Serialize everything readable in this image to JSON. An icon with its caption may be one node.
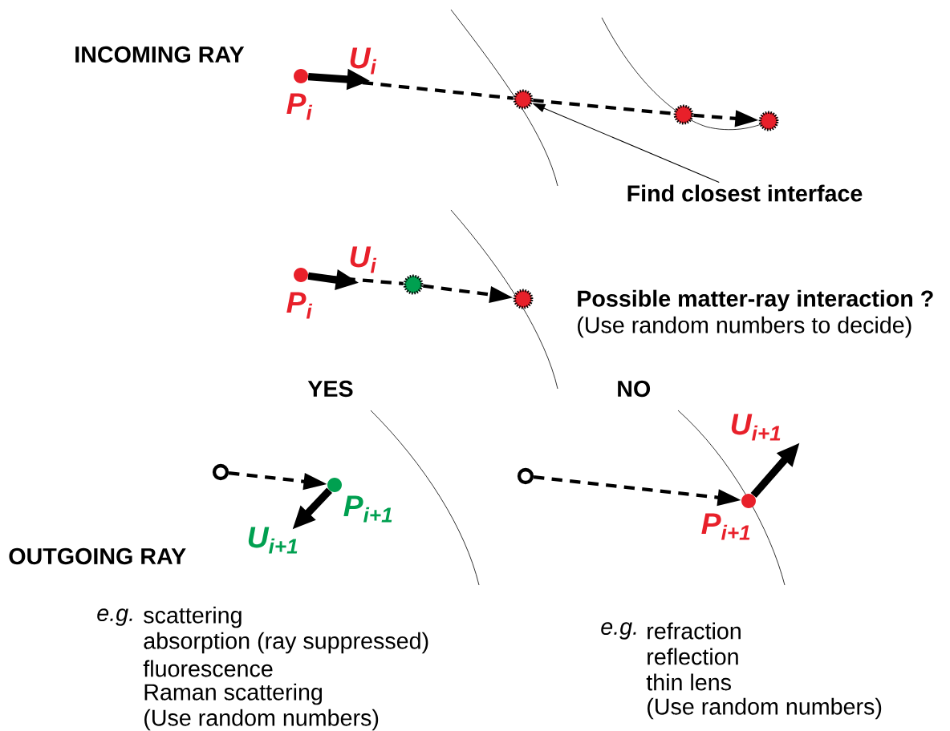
{
  "diagram": {
    "nodes": [
      {
        "text": [],
        "shape": "circle",
        "beside": [
          "P$_{i}$"
        ]
      },
      {
        "text": [],
        "shape": "circle"
      },
      {
        "text": [],
        "shape": "circle"
      },
      {
        "text": [],
        "shape": "circle"
      },
      {
        "text": [
          "Find closest interface"
        ]
      },
      {
        "text": [],
        "shape": "circle",
        "beside": [
          "P$_{i}$"
        ]
      },
      {
        "text": [],
        "shape": "circle"
      },
      {
        "text": [],
        "shape": "circle"
      },
      {
        "text": [],
        "shape": "circle"
      },
      {
        "text": [],
        "shape": "circle",
        "beside": [
          "P$_{i+1}$"
        ]
      },
      {
        "text": [],
        "shape": "circle"
      },
      {
        "text": [],
        "shape": "circle",
        "beside": [
          "P$_{i+1}$"
        ]
      }
    ],
    "edges": [
      {
        "from": 0,
        "to": 1,
        "arrow": "none",
        "style": "dashed"
      },
      {
        "from": 0,
        "to": null,
        "arrow": "to",
        "style": "thick",
        "label": "U$_{i}$"
      },
      {
        "from": 1,
        "to": 2,
        "arrow": "none",
        "style": "dashed"
      },
      {
        "from": 2,
        "to": 3,
        "arrow": "to",
        "style": "dashed"
      },
      {
        "from": 4,
        "to": 1,
        "arrow": "to"
      },
      {
        "from": 5,
        "to": 6,
        "arrow": "none",
        "style": "dashed"
      },
      {
        "from": 5,
        "to": null,
        "arrow": "to",
        "style": "thick",
        "label": "U$_{i}$"
      },
      {
        "from": 6,
        "to": 7,
        "arrow": "to",
        "style": "dashed"
      },
      {
        "from": 8,
        "to": 9,
        "arrow": "to",
        "style": "dashed"
      },
      {
        "from": 9,
        "to": null,
        "arrow": "to",
        "style": "thick",
        "label": "U$_{i+1}$"
      },
      {
        "from": 10,
        "to": 11,
        "arrow": "to",
        "style": "dashed"
      },
      {
        "from": 11,
        "to": null,
        "arrow": "to",
        "style": "thick",
        "label": "U$_{i+1}$"
      }
    ],
    "labels": [
      "INCOMING RAY",
      "Possible matter-ray interaction ?",
      "(Use random numbers to decide)",
      "YES",
      "NO",
      "OUTGOING RAY",
      "e.g.",
      "scattering",
      "absorption (ray suppressed)",
      "fluorescence",
      "Raman scattering",
      "(Use random numbers)",
      "e.g.",
      "refraction",
      "reflection",
      "thin lens",
      "(Use random numbers)"
    ]
  }
}
